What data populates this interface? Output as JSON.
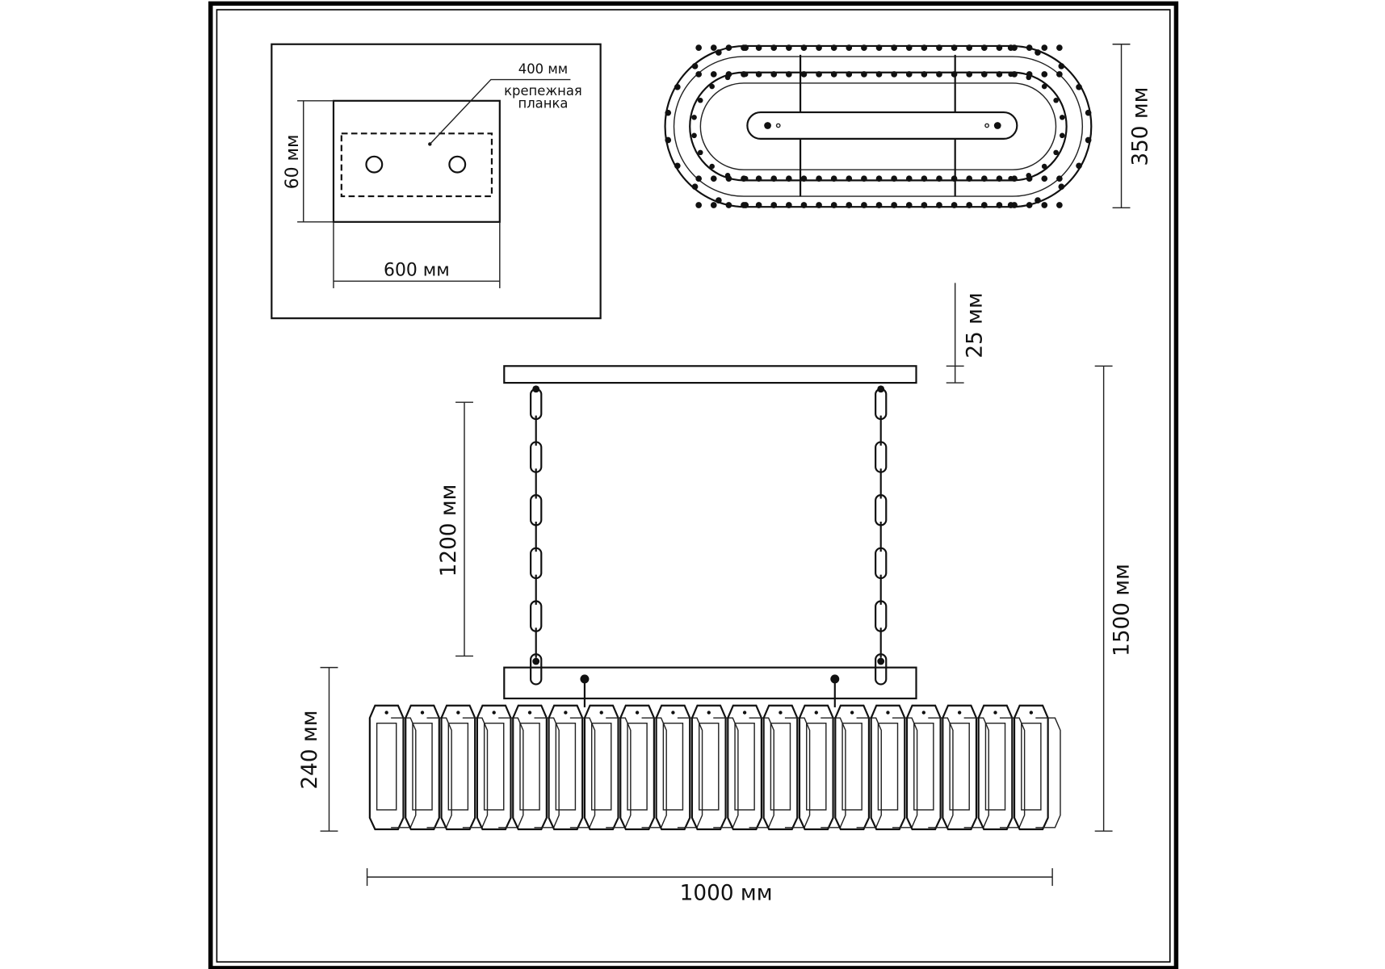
{
  "colors": {
    "line": "#111111",
    "background": "#ffffff"
  },
  "mount_detail": {
    "plate_label_size": "400 мм",
    "plate_label_line1": "крепежная",
    "plate_label_line2": "планка",
    "height_label": "60 мм",
    "width_label": "600 мм"
  },
  "top_view": {
    "depth_label": "350 мм"
  },
  "side_view": {
    "canopy_thickness_label": "25 мм",
    "chain_length_label": "1200 мм",
    "total_height_label": "1500 мм",
    "body_height_label": "240 мм",
    "width_label": "1000 мм"
  }
}
